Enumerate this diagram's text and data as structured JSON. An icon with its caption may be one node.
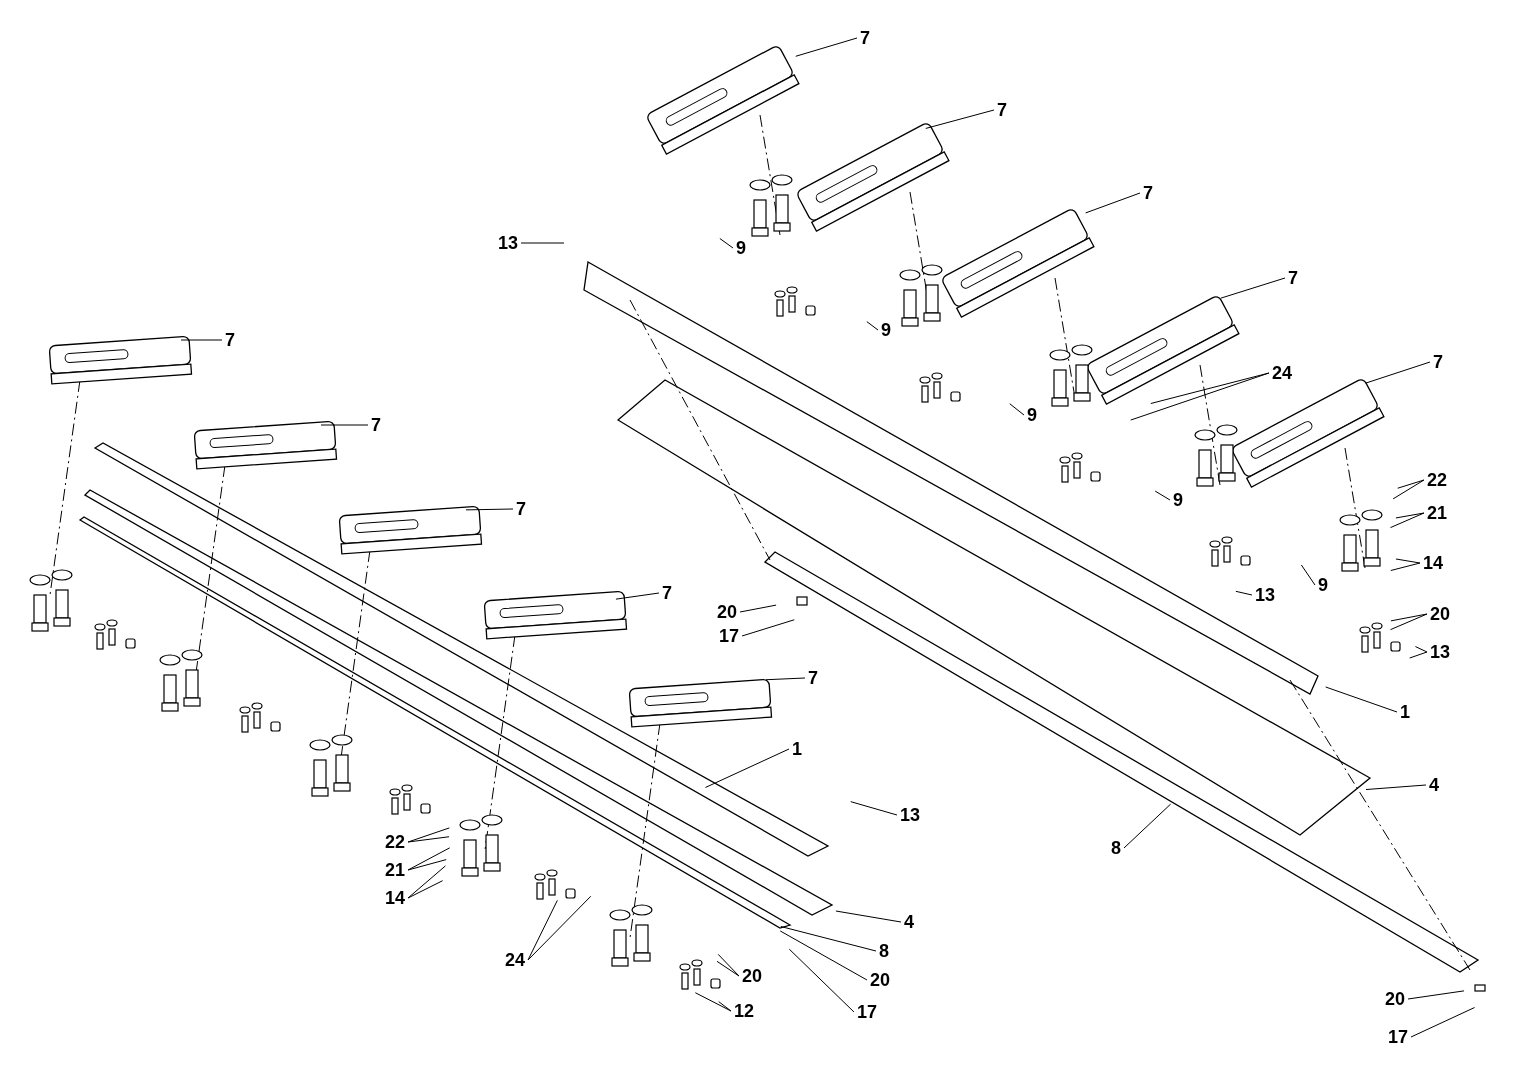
{
  "diagram": {
    "nodes": [
      {
        "text": [
          "7"
        ]
      },
      {
        "text": [
          "7"
        ]
      },
      {
        "text": [
          "7"
        ]
      },
      {
        "text": [
          "13"
        ]
      },
      {
        "text": [
          "9"
        ]
      },
      {
        "text": [
          "7"
        ]
      },
      {
        "text": [
          "9"
        ]
      },
      {
        "text": [
          "7"
        ]
      },
      {
        "text": [
          "24"
        ]
      },
      {
        "text": [
          "9"
        ]
      },
      {
        "text": [
          "9"
        ]
      },
      {
        "text": [
          "22"
        ]
      },
      {
        "text": [
          "21"
        ]
      },
      {
        "text": [
          "14"
        ]
      },
      {
        "text": [
          "9"
        ]
      },
      {
        "text": [
          "13"
        ]
      },
      {
        "text": [
          "20"
        ]
      },
      {
        "text": [
          "13"
        ]
      },
      {
        "text": [
          "1"
        ]
      },
      {
        "text": [
          "4"
        ]
      },
      {
        "text": [
          "8"
        ]
      },
      {
        "text": [
          "20"
        ]
      },
      {
        "text": [
          "17"
        ]
      },
      {
        "text": [
          "7"
        ]
      },
      {
        "text": [
          "7"
        ]
      },
      {
        "text": [
          "7"
        ]
      },
      {
        "text": [
          "7"
        ]
      },
      {
        "text": [
          "20"
        ]
      },
      {
        "text": [
          "17"
        ]
      },
      {
        "text": [
          "7"
        ]
      },
      {
        "text": [
          "1"
        ]
      },
      {
        "text": [
          "13"
        ]
      },
      {
        "text": [
          "22"
        ]
      },
      {
        "text": [
          "21"
        ]
      },
      {
        "text": [
          "14"
        ]
      },
      {
        "text": [
          "4"
        ]
      },
      {
        "text": [
          "8"
        ]
      },
      {
        "text": [
          "24"
        ]
      },
      {
        "text": [
          "20"
        ]
      },
      {
        "text": [
          "20"
        ]
      },
      {
        "text": [
          "12"
        ]
      },
      {
        "text": [
          "17"
        ]
      }
    ],
    "edges": [
      {
        "from": 0,
        "to": null,
        "arrow": "none"
      },
      {
        "from": 1,
        "to": null,
        "arrow": "none"
      },
      {
        "from": 2,
        "to": null,
        "arrow": "none"
      },
      {
        "from": 3,
        "to": null,
        "arrow": "none"
      },
      {
        "from": 4,
        "to": null,
        "arrow": "none"
      },
      {
        "from": 5,
        "to": null,
        "arrow": "none"
      },
      {
        "from": 6,
        "to": null,
        "arrow": "none"
      },
      {
        "from": 7,
        "to": null,
        "arrow": "none"
      },
      {
        "from": 8,
        "to": null,
        "arrow": "none"
      },
      {
        "from": 8,
        "to": null,
        "arrow": "none"
      },
      {
        "from": 9,
        "to": null,
        "arrow": "none"
      },
      {
        "from": 10,
        "to": null,
        "arrow": "none"
      },
      {
        "from": 11,
        "to": null,
        "arrow": "none"
      },
      {
        "from": 11,
        "to": null,
        "arrow": "none"
      },
      {
        "from": 12,
        "to": null,
        "arrow": "none"
      },
      {
        "from": 12,
        "to": null,
        "arrow": "none"
      },
      {
        "from": 13,
        "to": null,
        "arrow": "none"
      },
      {
        "from": 13,
        "to": null,
        "arrow": "none"
      },
      {
        "from": 14,
        "to": null,
        "arrow": "none"
      },
      {
        "from": 15,
        "to": null,
        "arrow": "none"
      },
      {
        "from": 16,
        "to": null,
        "arrow": "none"
      },
      {
        "from": 16,
        "to": null,
        "arrow": "none"
      },
      {
        "from": 17,
        "to": null,
        "arrow": "none"
      },
      {
        "from": 17,
        "to": null,
        "arrow": "none"
      },
      {
        "from": 18,
        "to": null,
        "arrow": "none"
      },
      {
        "from": 19,
        "to": null,
        "arrow": "none"
      },
      {
        "from": 20,
        "to": null,
        "arrow": "none"
      },
      {
        "from": 21,
        "to": null,
        "arrow": "none"
      },
      {
        "from": 22,
        "to": null,
        "arrow": "none"
      },
      {
        "from": 23,
        "to": null,
        "arrow": "none"
      },
      {
        "from": 24,
        "to": null,
        "arrow": "none"
      },
      {
        "from": 25,
        "to": null,
        "arrow": "none"
      },
      {
        "from": 26,
        "to": null,
        "arrow": "none"
      },
      {
        "from": 27,
        "to": null,
        "arrow": "none"
      },
      {
        "from": 28,
        "to": null,
        "arrow": "none"
      },
      {
        "from": 29,
        "to": null,
        "arrow": "none"
      },
      {
        "from": 30,
        "to": null,
        "arrow": "none"
      },
      {
        "from": 31,
        "to": null,
        "arrow": "none"
      },
      {
        "from": 32,
        "to": null,
        "arrow": "none"
      },
      {
        "from": 32,
        "to": null,
        "arrow": "none"
      },
      {
        "from": 33,
        "to": null,
        "arrow": "none"
      },
      {
        "from": 33,
        "to": null,
        "arrow": "none"
      },
      {
        "from": 34,
        "to": null,
        "arrow": "none"
      },
      {
        "from": 34,
        "to": null,
        "arrow": "none"
      },
      {
        "from": 35,
        "to": null,
        "arrow": "none"
      },
      {
        "from": 36,
        "to": null,
        "arrow": "none"
      },
      {
        "from": 37,
        "to": null,
        "arrow": "none"
      },
      {
        "from": 37,
        "to": null,
        "arrow": "none"
      },
      {
        "from": 38,
        "to": null,
        "arrow": "none"
      },
      {
        "from": 39,
        "to": null,
        "arrow": "none"
      },
      {
        "from": 39,
        "to": null,
        "arrow": "none"
      },
      {
        "from": 40,
        "to": null,
        "arrow": "none"
      },
      {
        "from": 40,
        "to": null,
        "arrow": "none"
      },
      {
        "from": 41,
        "to": null,
        "arrow": "none"
      }
    ]
  }
}
